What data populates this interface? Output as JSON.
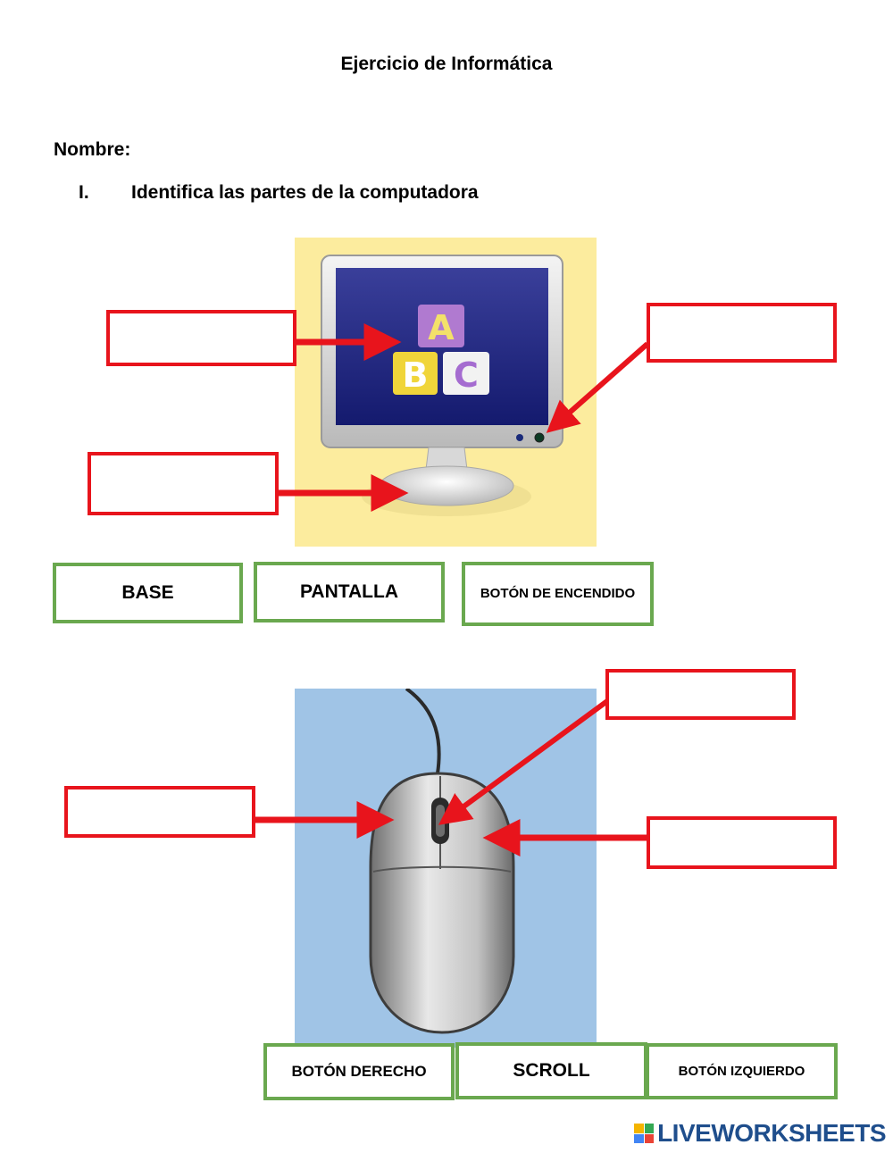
{
  "document": {
    "title": "Ejercicio de Informática",
    "name_label": "Nombre:",
    "question": {
      "number": "I.",
      "text": "Identifica las partes de la computadora"
    }
  },
  "monitor_image": {
    "blocks": [
      "A",
      "B",
      "C"
    ]
  },
  "word_bank_monitor": [
    "BASE",
    "PANTALLA",
    "BOTÓN DE ENCENDIDO"
  ],
  "word_bank_mouse": [
    "BOTÓN DERECHO",
    "SCROLL",
    "BOTÓN IZQUIERDO"
  ],
  "footer": {
    "brand": "LIVEWORKSHEETS"
  },
  "colors": {
    "drop_border": "#e8141c",
    "word_border": "#6aa84f",
    "arrow": "#e8141c",
    "monitor_bg": "#fcec9e",
    "mouse_bg": "#a0c4e6",
    "brand": "#1f4e8c"
  }
}
